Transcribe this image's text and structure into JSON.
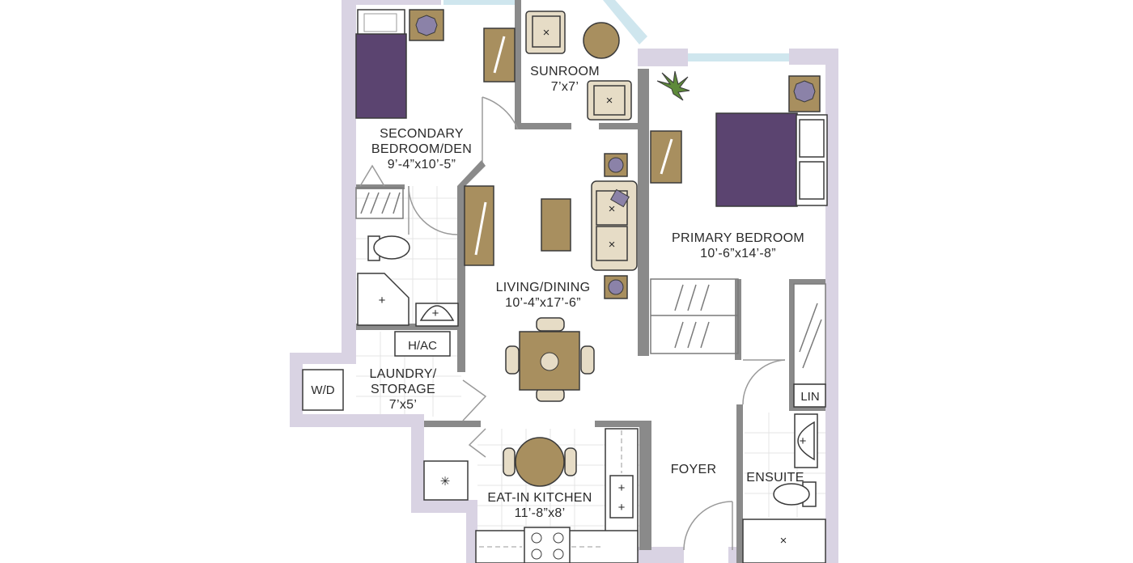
{
  "rooms": {
    "sunroom": {
      "name": "SUNROOM",
      "size": "7’x7’"
    },
    "secondary": {
      "name_line1": "SECONDARY",
      "name_line2": "BEDROOM/DEN",
      "size": "9’-4”x10’-5”"
    },
    "primary": {
      "name": "PRIMARY BEDROOM",
      "size": "10’-6”x14’-8”"
    },
    "living": {
      "name": "LIVING/DINING",
      "size": "10’-4”x17’-6”"
    },
    "laundry": {
      "name_line1": "LAUNDRY/",
      "name_line2": "STORAGE",
      "size": "7’x5’"
    },
    "kitchen": {
      "name": "EAT-IN KITCHEN",
      "size": "11’-8”x8’"
    },
    "foyer": {
      "name": "FOYER"
    },
    "ensuite": {
      "name": "ENSUITE"
    }
  },
  "fixtures": {
    "hvac": "H/AC",
    "washer_dryer": "W/D",
    "linen": "LIN"
  },
  "colors": {
    "exterior_wall": "#d9d3e3",
    "interior_wall": "#8a8a8a",
    "furniture": "#a88f5f",
    "bed_cover": "#5b4470",
    "window": "#cfe6ee"
  }
}
